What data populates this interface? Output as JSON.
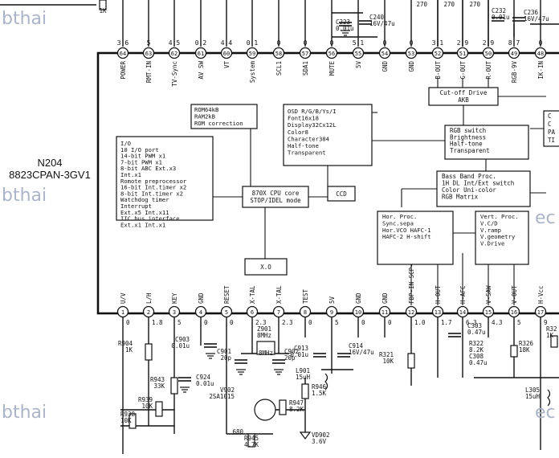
{
  "watermark": {
    "left_text": "bthai",
    "right_text": "ec"
  },
  "chip": {
    "ref": "N204",
    "part": "8823CPAN-3GV1"
  },
  "top_pins": [
    {
      "num": "64",
      "name": "POWER",
      "v": "3.6"
    },
    {
      "num": "63",
      "name": "RMT-IN",
      "v": "5"
    },
    {
      "num": "62",
      "name": "TV-Sync",
      "v": "4.5"
    },
    {
      "num": "61",
      "name": "AV SW",
      "v": "0.2"
    },
    {
      "num": "60",
      "name": "VT",
      "v": "4.4"
    },
    {
      "num": "59",
      "name": "System",
      "v": "0.1"
    },
    {
      "num": "58",
      "name": "SCL1",
      "v": "0"
    },
    {
      "num": "57",
      "name": "SDA1",
      "v": "0"
    },
    {
      "num": "56",
      "name": "MUTE",
      "v": "0"
    },
    {
      "num": "55",
      "name": "5V",
      "v": "5.1"
    },
    {
      "num": "54",
      "name": "GND",
      "v": "0"
    },
    {
      "num": "53",
      "name": "GND",
      "v": "0"
    },
    {
      "num": "52",
      "name": "B-OUT",
      "v": "3.1"
    },
    {
      "num": "51",
      "name": "G-OUT",
      "v": "2.9"
    },
    {
      "num": "50",
      "name": "R-OUT",
      "v": "2.9"
    },
    {
      "num": "49",
      "name": "RGB-9V",
      "v": "8.7"
    },
    {
      "num": "48",
      "name": "IK-IN",
      "v": "0"
    }
  ],
  "bottom_pins": [
    {
      "num": "1",
      "name": "U/V",
      "v": "0"
    },
    {
      "num": "2",
      "name": "L/H",
      "v": "1.8"
    },
    {
      "num": "3",
      "name": "KEY",
      "v": "5"
    },
    {
      "num": "4",
      "name": "GND",
      "v": "0"
    },
    {
      "num": "5",
      "name": "RESET",
      "v": "0"
    },
    {
      "num": "6",
      "name": "X-TAL",
      "v": "2.3"
    },
    {
      "num": "7",
      "name": "X-TAL",
      "v": "2.3"
    },
    {
      "num": "8",
      "name": "TEST",
      "v": "0"
    },
    {
      "num": "9",
      "name": "5V",
      "v": "5"
    },
    {
      "num": "10",
      "name": "GND",
      "v": "0"
    },
    {
      "num": "11",
      "name": "GND",
      "v": "0"
    },
    {
      "num": "12",
      "name": "FBP-IN SCP-OUT",
      "v": "1.0"
    },
    {
      "num": "13",
      "name": "H-OUT",
      "v": "1.7"
    },
    {
      "num": "14",
      "name": "H-AFC",
      "v": "6.3"
    },
    {
      "num": "15",
      "name": "V-SAW",
      "v": "4.3"
    },
    {
      "num": "16",
      "name": "V-OUT",
      "v": "5"
    },
    {
      "num": "17",
      "name": "H-Vcc",
      "v": "9"
    }
  ],
  "blocks": {
    "io": [
      "I/O",
      "10 I/O port",
      "14-bit PWM x1",
      "7-bit PWM x1",
      "8-bit ABC Ext.x3",
      "Int.x1",
      "Romote preprocessor",
      "16-bit Int.timer x2",
      "8-bit Int.timer x2",
      "Watchdog timer",
      "Interrupt",
      "Ext.x5    Int.x11",
      "IIC bus interface",
      "Ext.x1    Int.x1"
    ],
    "rom": [
      "ROM64kB",
      "RAM2kB",
      "ROM correction"
    ],
    "osd": [
      "OSD R/G/B/Ys/I",
      "Font16x18",
      "Display32Cx12L",
      "Color8",
      "Character384",
      "Half-tone",
      "Transparent"
    ],
    "cpu": [
      "870X CPU core",
      "STOP/IDEL mode"
    ],
    "ccd": "CCD",
    "xo": "X.O",
    "cutoff": [
      "Cut-off Drive",
      "AKB"
    ],
    "rgbsw": [
      "RGB switch",
      "Brightness",
      "Half-tone",
      "Transparent"
    ],
    "bassband": [
      "Bass Band Proc.",
      "1H DL Int/Ext switch",
      "Color Uni-color",
      "RGB Matrix"
    ],
    "horproc": [
      "Hor. Proc.",
      "Sync.sepa",
      "Hor.VCO HAFC-1",
      "HAFC-2 H-shift"
    ],
    "vertproc": [
      "Vert. Proc.",
      "V.C/D",
      "V.ramp",
      "V.geometry",
      "V.Drive"
    ],
    "right_partial": [
      "C",
      "C",
      "PA",
      "TI"
    ]
  },
  "top_parts": [
    {
      "ref": "1K",
      "val": ""
    },
    {
      "ref": "C223",
      "val": "0.01u"
    },
    {
      "ref": "C240",
      "val": "16V/47u"
    },
    {
      "ref": "270",
      "val": ""
    },
    {
      "ref": "270",
      "val": ""
    },
    {
      "ref": "270",
      "val": ""
    },
    {
      "ref": "C232",
      "val": "0.01u"
    },
    {
      "ref": "C236",
      "val": "16V/47u"
    }
  ],
  "bottom_parts": [
    {
      "ref": "R904",
      "val": "1K"
    },
    {
      "ref": "C903",
      "val": "0.01u"
    },
    {
      "ref": "R943",
      "val": "33K"
    },
    {
      "ref": "C924",
      "val": "0.01u"
    },
    {
      "ref": "R939",
      "val": "10K"
    },
    {
      "ref": "R938",
      "val": "10K"
    },
    {
      "ref": "Z901",
      "val": "8MHz"
    },
    {
      "ref": "C901",
      "val": "20p"
    },
    {
      "ref": "C902",
      "val": "20p"
    },
    {
      "ref": "C913",
      "val": "0.01u"
    },
    {
      "ref": "C914",
      "val": "16V/47u"
    },
    {
      "ref": "L901",
      "val": "15uH"
    },
    {
      "ref": "R946",
      "val": "1.5K"
    },
    {
      "ref": "V902",
      "val": "2SA1015"
    },
    {
      "ref": "R947",
      "val": "8.2K"
    },
    {
      "ref": "",
      "val": "680"
    },
    {
      "ref": "R945",
      "val": "4.7K"
    },
    {
      "ref": "VD902",
      "val": "3.6V"
    },
    {
      "ref": "R321",
      "val": "10K"
    },
    {
      "ref": "C303",
      "val": "0.47u"
    },
    {
      "ref": "R322",
      "val": "8.2K"
    },
    {
      "ref": "C308",
      "val": "0.47u"
    },
    {
      "ref": "R326",
      "val": "18K"
    },
    {
      "ref": "L305",
      "val": "15uH"
    },
    {
      "ref": "R32",
      "val": "1K"
    }
  ]
}
